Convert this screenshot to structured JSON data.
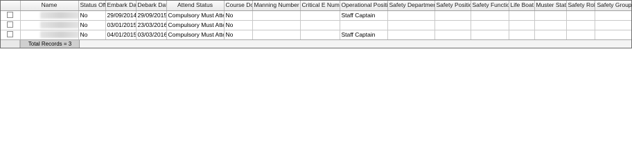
{
  "columns": [
    "",
    "Name",
    "Status Off",
    "Embark Date",
    "Debark Date",
    "Attend Status",
    "Course Done",
    "Manning Number @",
    "Critical E Number",
    "Operational Position",
    "Safety Department",
    "Safety Position",
    "Safety Function",
    "Life Boat",
    "Muster Station",
    "Safety Role",
    "Safety Group"
  ],
  "rows": [
    {
      "name": "",
      "status_off": "No",
      "embark_date": "29/09/2014",
      "debark_date": "29/09/2015",
      "attend_status": "Compulsory Must Attend",
      "course_done": "No",
      "manning_number": "",
      "critical_e_number": "",
      "operational_position": "Staff Captain",
      "safety_department": "",
      "safety_position": "",
      "safety_function": "",
      "life_boat": "",
      "muster_station": "",
      "safety_role": "",
      "safety_group": ""
    },
    {
      "name": "",
      "status_off": "No",
      "embark_date": "03/01/2015",
      "debark_date": "23/03/2016",
      "attend_status": "Compulsory Must Attend",
      "course_done": "No",
      "manning_number": "",
      "critical_e_number": "",
      "operational_position": "",
      "safety_department": "",
      "safety_position": "",
      "safety_function": "",
      "life_boat": "",
      "muster_station": "",
      "safety_role": "",
      "safety_group": ""
    },
    {
      "name": "",
      "status_off": "No",
      "embark_date": "04/01/2015",
      "debark_date": "03/03/2016",
      "attend_status": "Compulsory Must Attend",
      "course_done": "No",
      "manning_number": "",
      "critical_e_number": "",
      "operational_position": "Staff Captain",
      "safety_department": "",
      "safety_position": "",
      "safety_function": "",
      "life_boat": "",
      "muster_station": "",
      "safety_role": "",
      "safety_group": ""
    }
  ],
  "footer": {
    "total_label": "Total Records = 3"
  }
}
